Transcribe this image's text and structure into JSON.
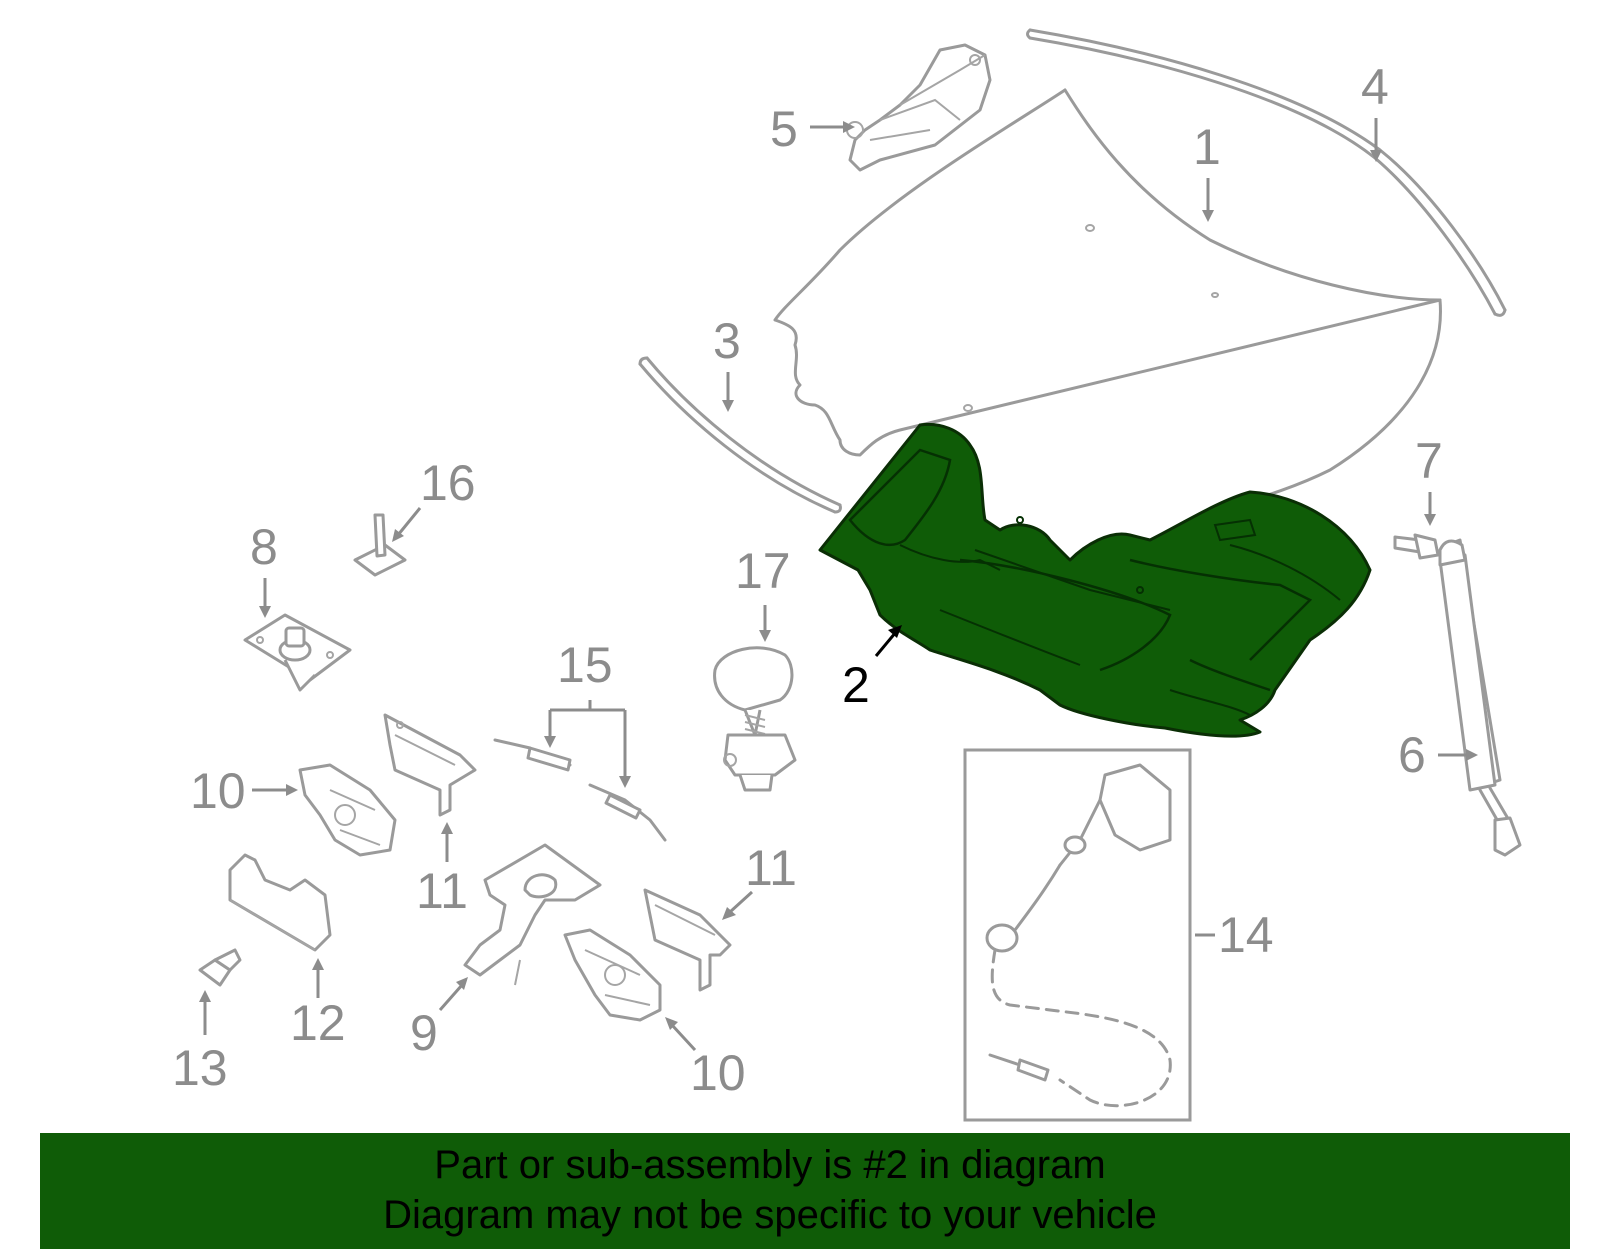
{
  "diagram": {
    "callouts": {
      "c1": "1",
      "c2": "2",
      "c3": "3",
      "c4": "4",
      "c5": "5",
      "c6": "6",
      "c7": "7",
      "c8": "8",
      "c9": "9",
      "c10a": "10",
      "c10b": "10",
      "c11a": "11",
      "c11b": "11",
      "c12": "12",
      "c13": "13",
      "c14": "14",
      "c15": "15",
      "c16": "16",
      "c17": "17"
    },
    "highlight_color": "#0f5c07",
    "line_color": "#9a9a9a"
  },
  "banner": {
    "line1": "Part or sub-assembly is #2 in diagram",
    "line2": "Diagram may not be specific to your vehicle",
    "background": "#0f5c07"
  }
}
